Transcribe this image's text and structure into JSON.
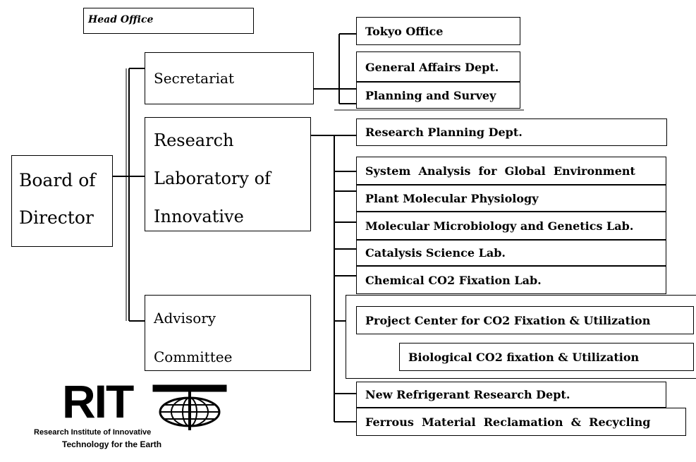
{
  "head_office": "Head Office",
  "board": {
    "line1": "Board of",
    "line2": "Director"
  },
  "secretariat": "Secretariat",
  "research": {
    "line1": "Research",
    "line2": "Laboratory of",
    "line3": "Innovative"
  },
  "advisory": {
    "line1": "Advisory",
    "line2": "Committee"
  },
  "secretariat_units": [
    "Tokyo Office",
    "General Affairs Dept.",
    "Planning and Survey"
  ],
  "research_units": [
    "Research Planning Dept.",
    "System  Analysis  for  Global  Environment",
    "Plant Molecular Physiology",
    "Molecular Microbiology and Genetics Lab.",
    "Catalysis Science Lab.",
    "Chemical CO2 Fixation Lab.",
    "Project Center for CO2 Fixation & Utilization",
    "Biological CO2 fixation & Utilization",
    "New Refrigerant Research Dept.",
    "Ferrous  Material  Reclamation  &  Recycling"
  ],
  "logo": {
    "letters": "RIT",
    "line1": "Research Institute of Innovative",
    "line2": "Technology for the Earth"
  }
}
